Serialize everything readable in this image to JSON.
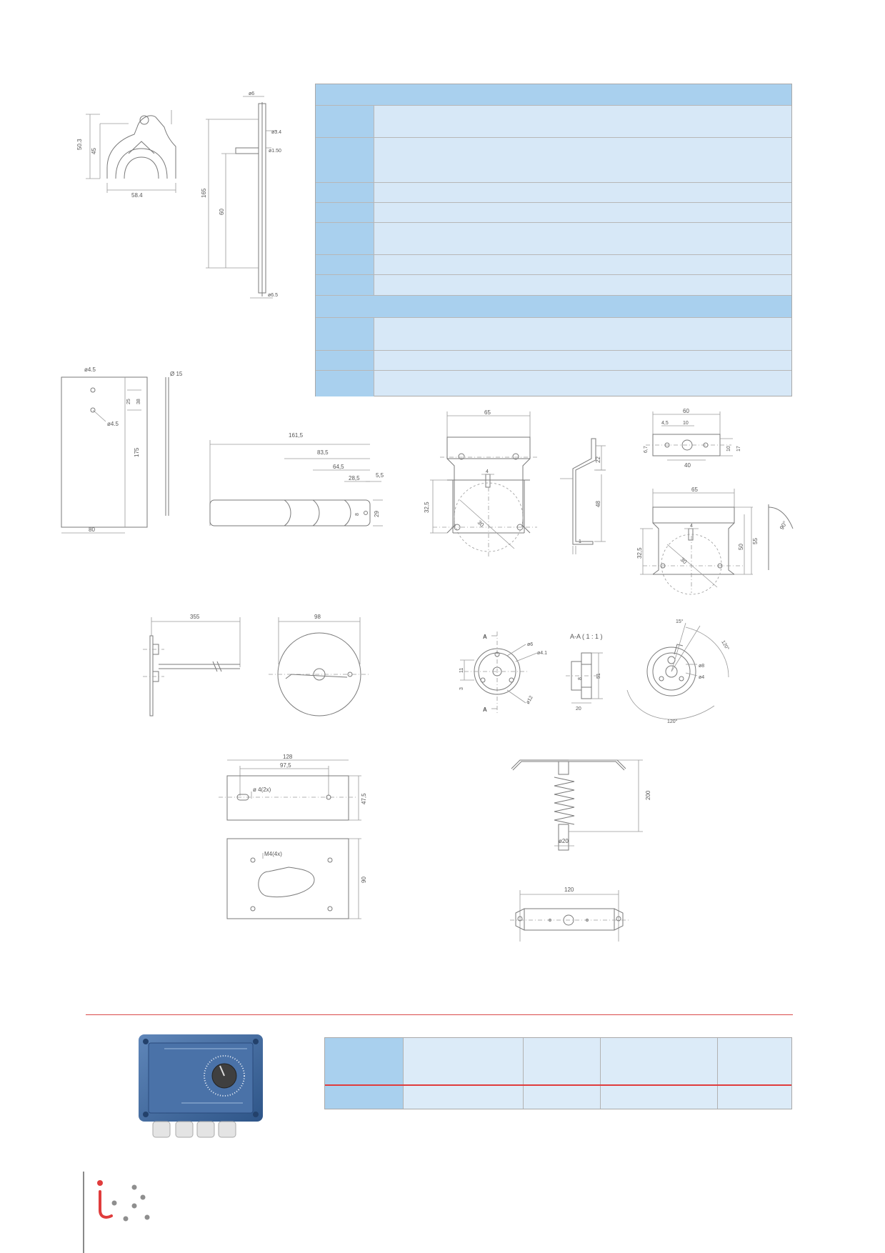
{
  "drawings": {
    "bracket_triangle": {
      "d1": "58.4",
      "d2": "50.3",
      "d3": "45"
    },
    "rod_probe": {
      "d_top": "ø6",
      "d_hole": "ø3.4",
      "d_mid": "ø1.50",
      "len_total": "165",
      "len_mid": "60",
      "d_bottom": "ø6.5"
    },
    "plate_probe": {
      "hole1": "ø4.5",
      "hole2": "ø4.5",
      "v25": "25",
      "v38": "38",
      "h175": "175",
      "w80": "80",
      "rod": "Ø 15"
    },
    "long_probe": {
      "l1": "161,5",
      "l2": "83,5",
      "l3": "64,5",
      "l4": "28,5",
      "l5": "5,5",
      "h29": "29",
      "d8": "8"
    },
    "bracket_a": {
      "w65": "65",
      "v4": "4",
      "v325": "32,5",
      "r30": "30"
    },
    "bracket_side": {
      "v22": "22",
      "v48": "48",
      "v1": "1"
    },
    "bracket_top": {
      "w60": "60",
      "v45": "4,5",
      "v10": "10",
      "v67": "6,7",
      "v10b": "10",
      "v17": "17",
      "w40": "40"
    },
    "bracket_b": {
      "w65": "65",
      "v4": "4",
      "v325": "32,5",
      "v50": "50",
      "v55": "55",
      "r30": "30",
      "a90": "90°"
    },
    "pipe_probe": {
      "w355": "355"
    },
    "disc": {
      "d98": "98"
    },
    "flange_front": {
      "label_a": "A",
      "d6": "ø6",
      "d41": "ø4.1",
      "d12": "ø12",
      "v11": "11",
      "v3": "3"
    },
    "flange_section": {
      "title": "A-A ( 1 : 1 )",
      "v20": "20",
      "v51": "51",
      "v8": "8"
    },
    "flange_angle": {
      "a15": "15°",
      "a120a": "120°",
      "a120b": "120°",
      "d8": "ø8",
      "d4": "ø4"
    },
    "box_top": {
      "w128": "128",
      "w975": "97,5",
      "hole": "ø 4(2x)",
      "h475": "47,5"
    },
    "box_front": {
      "screw": "M4(4x)",
      "h90": "90"
    },
    "spring_probe": {
      "h200": "200",
      "d20": "ø20"
    },
    "clip": {
      "w120": "120"
    }
  }
}
